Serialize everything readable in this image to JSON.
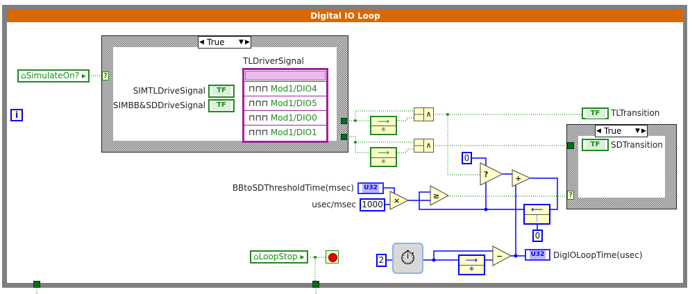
{
  "loop": {
    "title": "Digital IO Loop",
    "iteration_icon": "i"
  },
  "case_outer": {
    "selector": "True"
  },
  "case_inner": {
    "selector": "True"
  },
  "controls": {
    "simulate_on": "SimulateOn?",
    "loop_stop": "LoopStop",
    "sim_tl_label": "SIMTLDriveSignal",
    "sim_bb_label": "SIMBB&SDDriveSignal",
    "tf": "TF",
    "bb_threshold_label": "BBtoSDThresholdTime(msec)",
    "u32": "U32",
    "usec_label": "usec/msec",
    "usec_value": "1000",
    "zero": "0",
    "two": "2"
  },
  "property_node": {
    "title": "TLDriverSignal",
    "rows": [
      "Mod1/DIO4",
      "Mod1/DIO5",
      "Mod1/DIO0",
      "Mod1/DIO1"
    ]
  },
  "indicators": {
    "tl_transition": "TLTransition",
    "sd_transition": "SDTransition",
    "loop_time": "DigIOLoopTime(usec)"
  },
  "colors": {
    "boolean_wire": "#1e8a1e",
    "integer_wire": "#0000ff",
    "loop_title_bar": "#d96800",
    "property_node": "#a020a0"
  }
}
